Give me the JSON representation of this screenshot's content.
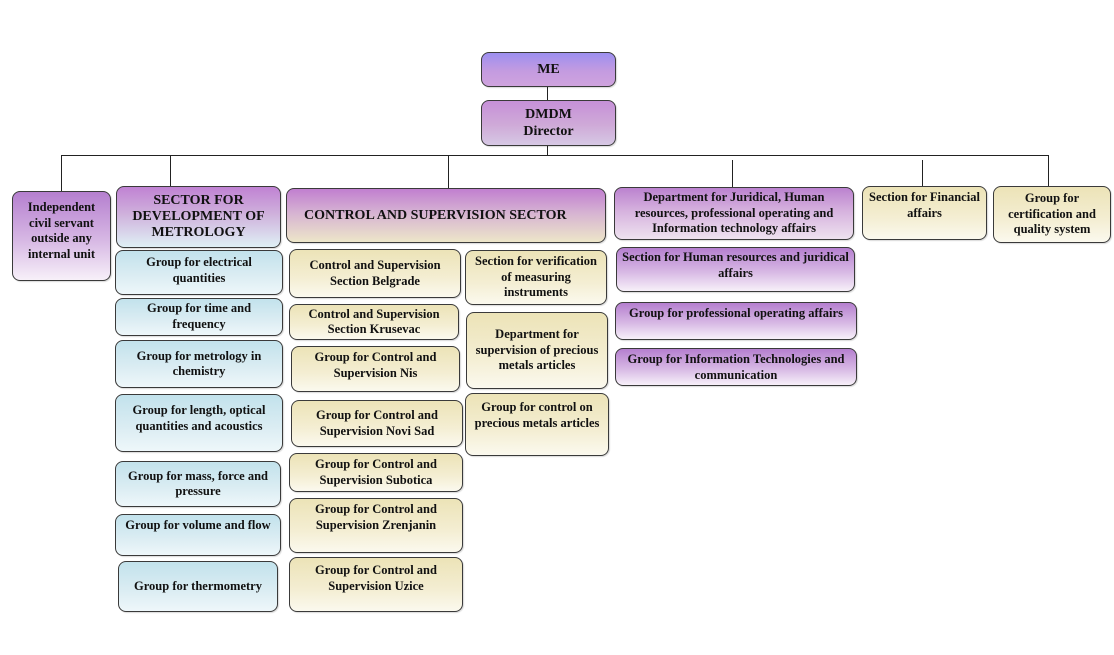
{
  "title": "Organizational chart",
  "top": {
    "me": "ME",
    "director_line1": "DMDM",
    "director_line2": "Director"
  },
  "independent": "Independent civil servant outside any internal unit",
  "metrology_sector": {
    "title": "SECTOR FOR DEVELOPMENT OF METROLOGY",
    "groups": [
      "Group for electrical quantities",
      "Group for time and frequency",
      "Group for metrology in chemistry",
      "Group for length, optical quantities and acoustics",
      "Group for mass, force and pressure",
      "Group for volume and flow",
      "Group for thermometry"
    ]
  },
  "control_sector": {
    "title": "CONTROL AND SUPERVISION SECTOR",
    "left_units": [
      "Control and Supervision Section Belgrade",
      "Control and Supervision Section Krusevac",
      "Group for Control and Supervision Nis",
      "Group for Control and Supervision Novi Sad",
      "Group for Control and Supervision Subotica",
      "Group for Control and Supervision Zrenjanin",
      "Group for Control and Supervision Uzice"
    ],
    "right_units": [
      "Section for verification of measuring instruments",
      "Department for supervision of precious metals articles",
      "Group for control on precious metals articles"
    ]
  },
  "juridical_department": {
    "title": "Department for Juridical, Human resources, professional operating and Information technology affairs",
    "units": [
      "Section for Human resources and juridical affairs",
      "Group for professional operating affairs",
      "Group for Information Technologies and communication"
    ]
  },
  "financial": "Section for Financial affairs",
  "certification": "Group for certification and quality system"
}
